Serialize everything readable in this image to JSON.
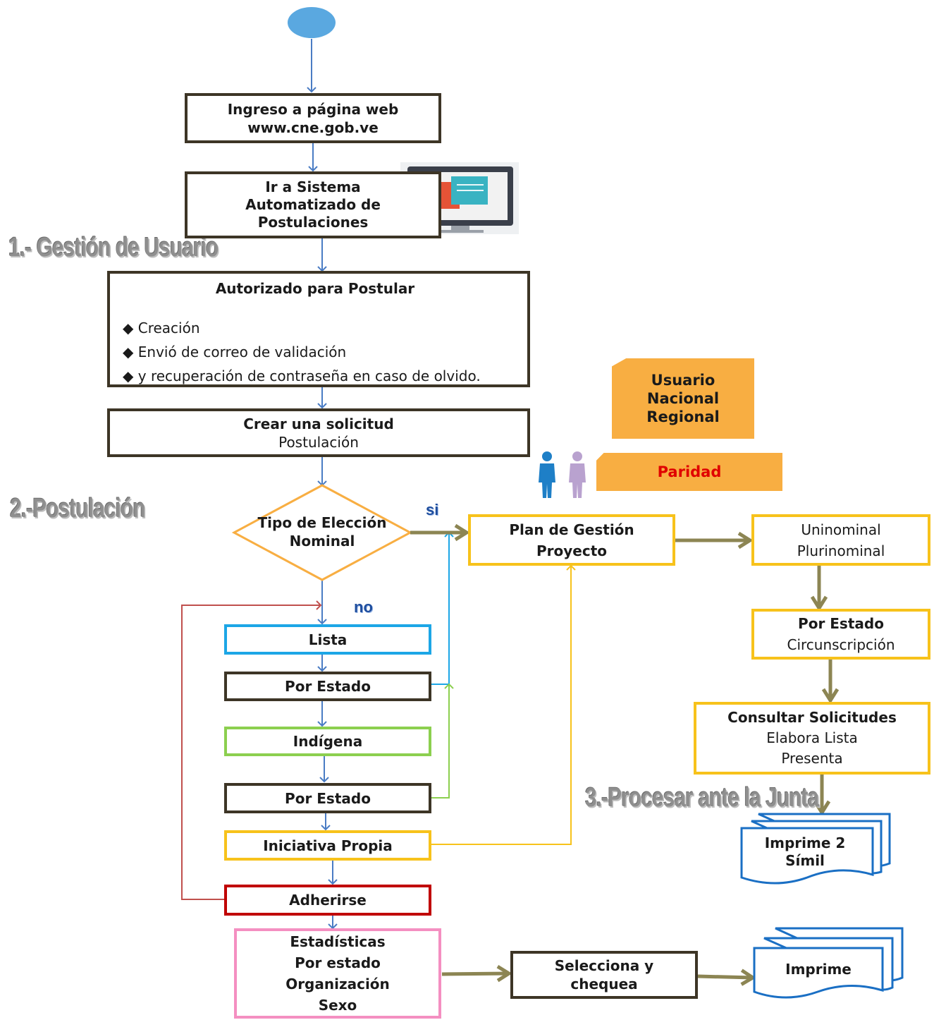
{
  "steps": {
    "ingreso": {
      "line1": "Ingreso a página web",
      "line2": "www.cne.gob.ve"
    },
    "sistema": {
      "line1": "Ir a Sistema",
      "line2": "Automatizado de",
      "line3": "Postulaciones"
    },
    "autorizado": {
      "title": "Autorizado para Postular",
      "items": [
        "Creación",
        "Envió de correo de validación",
        "y recuperación de contraseña en caso de olvido."
      ]
    },
    "crear": {
      "title": "Crear una solicitud",
      "subtitle": "Postulación"
    },
    "decision": {
      "line1": "Tipo de Elección",
      "line2": "Nominal",
      "yes": "si",
      "no": "no"
    },
    "lista": "Lista",
    "por_estado_1": "Por Estado",
    "indigena": "Indígena",
    "por_estado_2": "Por Estado",
    "iniciativa": "Iniciativa Propia",
    "adherirse": "Adherirse",
    "estadisticas": {
      "line1": "Estadísticas",
      "line2": "Por estado",
      "line3": "Organización",
      "line4": "Sexo"
    },
    "selecciona": {
      "line1": "Selecciona y",
      "line2": "chequea"
    },
    "imprime": "Imprime",
    "plan": {
      "line1": "Plan de Gestión",
      "line2": "Proyecto"
    },
    "uninominal": {
      "line1": "Uninominal",
      "line2": "Plurinominal"
    },
    "por_estado_3": {
      "title": "Por Estado",
      "subtitle": "Circunscripción"
    },
    "consultar": {
      "title": "Consultar Solicitudes",
      "line2": "Elabora Lista",
      "line3": "Presenta"
    },
    "imprime2": {
      "line1": "Imprime 2",
      "line2": "Símil"
    }
  },
  "badges": {
    "usuario": {
      "line1": "Usuario",
      "line2": "Nacional",
      "line3": "Regional"
    },
    "paridad": "Paridad"
  },
  "sections": {
    "s1": "1.- Gestión de Usuario",
    "s2": "2.-Postulación",
    "s3": "3.-Procesar ante la Junta"
  },
  "colors": {
    "dark": "#3d3526",
    "yellow": "#f7c21b",
    "blue": "#1ca6e6",
    "green": "#8ccf4f",
    "red": "#c00000",
    "pink": "#f48fc1",
    "orange": "#f8ae42",
    "arrow": "#4a7cc4",
    "olive": "#8c8553"
  }
}
